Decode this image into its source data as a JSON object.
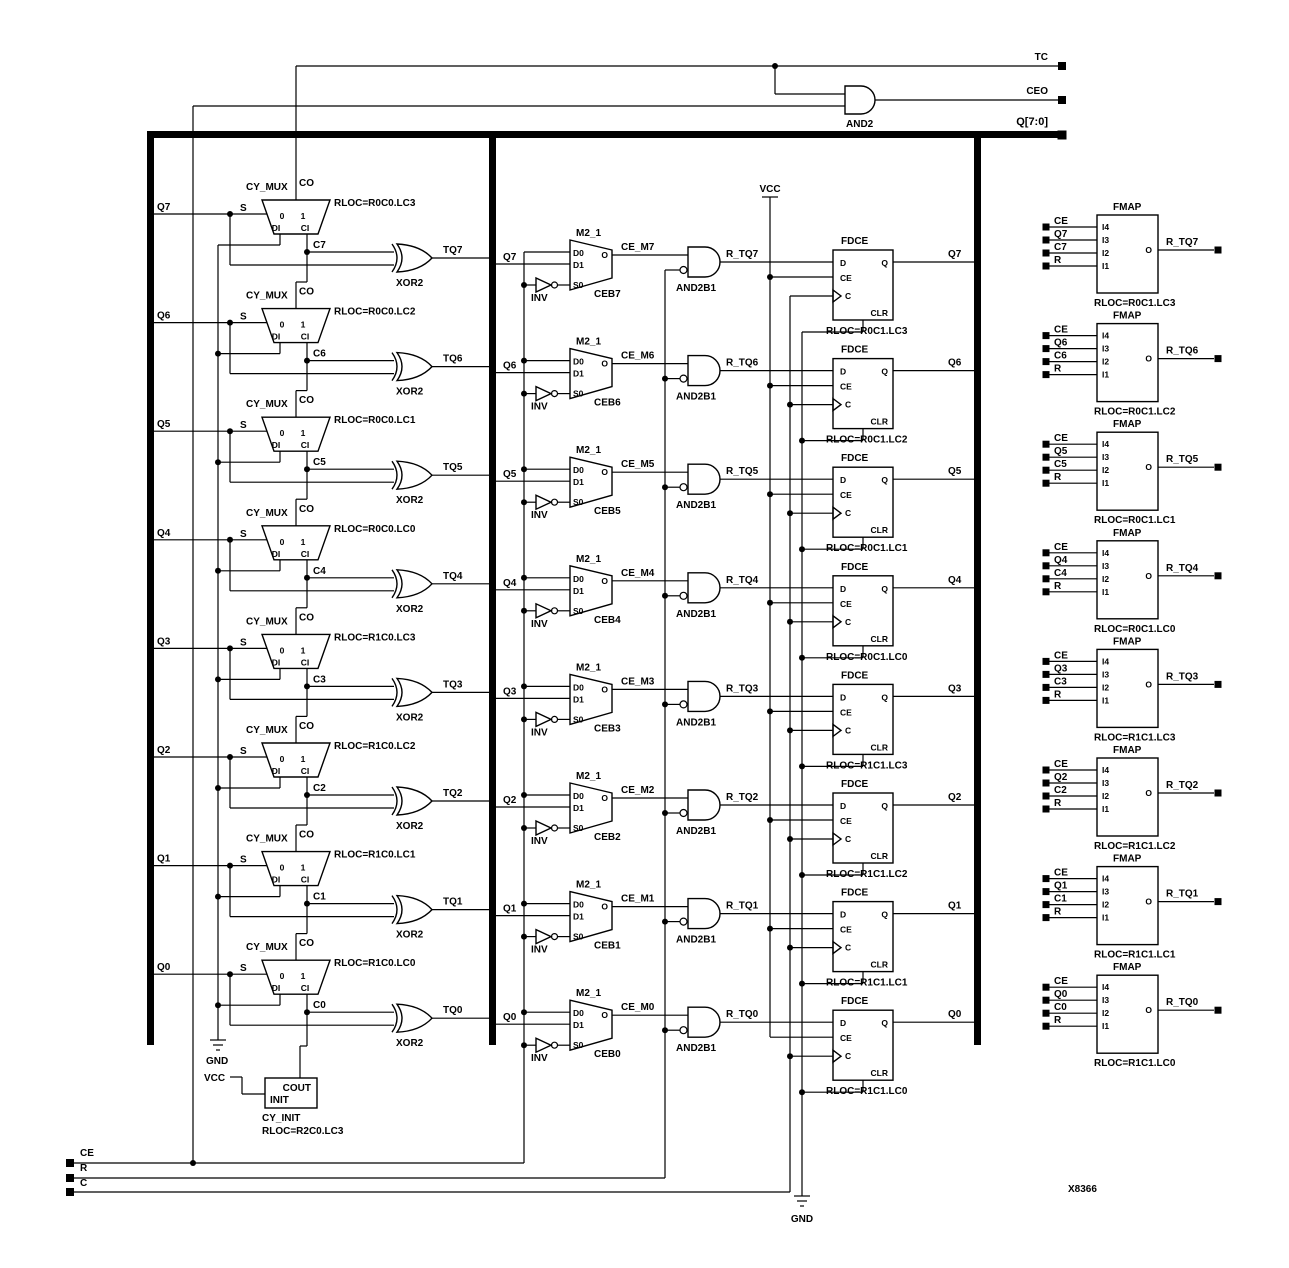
{
  "schematic": {
    "part_number": "X8366",
    "bus_label": "Q[7:0]",
    "outputs": {
      "tc": "TC",
      "ceo": "CEO"
    },
    "inputs": {
      "ce": "CE",
      "r": "R",
      "c": "C"
    },
    "and2_label": "AND2",
    "power": {
      "vcc": "VCC",
      "gnd": "GND"
    },
    "cy_init": {
      "cout_pin": "COUT",
      "init_pin": "INIT",
      "name": "CY_INIT",
      "rloc": "RLOC=R2C0.LC3"
    },
    "symbols": {
      "cy_mux": {
        "name": "CY_MUX",
        "co": "CO",
        "s": "S",
        "zero": "0",
        "one": "1",
        "di": "DI",
        "ci": "CI"
      },
      "xor": {
        "name": "XOR2"
      },
      "mux": {
        "name": "M2_1",
        "d0": "D0",
        "d1": "D1",
        "s0": "S0",
        "o": "O"
      },
      "inv": {
        "name": "INV"
      },
      "and2b1": {
        "name": "AND2B1"
      },
      "fdce": {
        "name": "FDCE",
        "d": "D",
        "ce": "CE",
        "c": "C",
        "clr": "CLR",
        "q": "Q"
      },
      "fmap": {
        "name": "FMAP",
        "pins": [
          "I4",
          "I3",
          "I2",
          "I1"
        ],
        "o": "O"
      }
    },
    "rows": [
      {
        "q": "Q7",
        "cymux_rloc": "RLOC=R0C0.LC3",
        "carry": "C7",
        "tq": "TQ7",
        "mux_q": "Q7",
        "ce_m": "CE_M7",
        "ceb": "CEB7",
        "r_tq": "R_TQ7",
        "fdce_rloc": "RLOC=R0C1.LC3",
        "q_out": "Q7",
        "fmap": {
          "inputs": [
            "CE",
            "Q7",
            "C7",
            "R"
          ],
          "output": "R_TQ7",
          "rloc": "RLOC=R0C1.LC3"
        }
      },
      {
        "q": "Q6",
        "cymux_rloc": "RLOC=R0C0.LC2",
        "carry": "C6",
        "tq": "TQ6",
        "mux_q": "Q6",
        "ce_m": "CE_M6",
        "ceb": "CEB6",
        "r_tq": "R_TQ6",
        "fdce_rloc": "RLOC=R0C1.LC2",
        "q_out": "Q6",
        "fmap": {
          "inputs": [
            "CE",
            "Q6",
            "C6",
            "R"
          ],
          "output": "R_TQ6",
          "rloc": "RLOC=R0C1.LC2"
        }
      },
      {
        "q": "Q5",
        "cymux_rloc": "RLOC=R0C0.LC1",
        "carry": "C5",
        "tq": "TQ5",
        "mux_q": "Q5",
        "ce_m": "CE_M5",
        "ceb": "CEB5",
        "r_tq": "R_TQ5",
        "fdce_rloc": "RLOC=R0C1.LC1",
        "q_out": "Q5",
        "fmap": {
          "inputs": [
            "CE",
            "Q5",
            "C5",
            "R"
          ],
          "output": "R_TQ5",
          "rloc": "RLOC=R0C1.LC1"
        }
      },
      {
        "q": "Q4",
        "cymux_rloc": "RLOC=R0C0.LC0",
        "carry": "C4",
        "tq": "TQ4",
        "mux_q": "Q4",
        "ce_m": "CE_M4",
        "ceb": "CEB4",
        "r_tq": "R_TQ4",
        "fdce_rloc": "RLOC=R0C1.LC0",
        "q_out": "Q4",
        "fmap": {
          "inputs": [
            "CE",
            "Q4",
            "C4",
            "R"
          ],
          "output": "R_TQ4",
          "rloc": "RLOC=R0C1.LC0"
        }
      },
      {
        "q": "Q3",
        "cymux_rloc": "RLOC=R1C0.LC3",
        "carry": "C3",
        "tq": "TQ3",
        "mux_q": "Q3",
        "ce_m": "CE_M3",
        "ceb": "CEB3",
        "r_tq": "R_TQ3",
        "fdce_rloc": "RLOC=R1C1.LC3",
        "q_out": "Q3",
        "fmap": {
          "inputs": [
            "CE",
            "Q3",
            "C3",
            "R"
          ],
          "output": "R_TQ3",
          "rloc": "RLOC=R1C1.LC3"
        }
      },
      {
        "q": "Q2",
        "cymux_rloc": "RLOC=R1C0.LC2",
        "carry": "C2",
        "tq": "TQ2",
        "mux_q": "Q2",
        "ce_m": "CE_M2",
        "ceb": "CEB2",
        "r_tq": "R_TQ2",
        "fdce_rloc": "RLOC=R1C1.LC2",
        "q_out": "Q2",
        "fmap": {
          "inputs": [
            "CE",
            "Q2",
            "C2",
            "R"
          ],
          "output": "R_TQ2",
          "rloc": "RLOC=R1C1.LC2"
        }
      },
      {
        "q": "Q1",
        "cymux_rloc": "RLOC=R1C0.LC1",
        "carry": "C1",
        "tq": "TQ1",
        "mux_q": "Q1",
        "ce_m": "CE_M1",
        "ceb": "CEB1",
        "r_tq": "R_TQ1",
        "fdce_rloc": "RLOC=R1C1.LC1",
        "q_out": "Q1",
        "fmap": {
          "inputs": [
            "CE",
            "Q1",
            "C1",
            "R"
          ],
          "output": "R_TQ1",
          "rloc": "RLOC=R1C1.LC1"
        }
      },
      {
        "q": "Q0",
        "cymux_rloc": "RLOC=R1C0.LC0",
        "carry": "C0",
        "tq": "TQ0",
        "mux_q": "Q0",
        "ce_m": "CE_M0",
        "ceb": "CEB0",
        "r_tq": "R_TQ0",
        "fdce_rloc": "RLOC=R1C1.LC0",
        "q_out": "Q0",
        "fmap": {
          "inputs": [
            "CE",
            "Q0",
            "C0",
            "R"
          ],
          "output": "R_TQ0",
          "rloc": "RLOC=R1C1.LC0"
        }
      }
    ]
  }
}
